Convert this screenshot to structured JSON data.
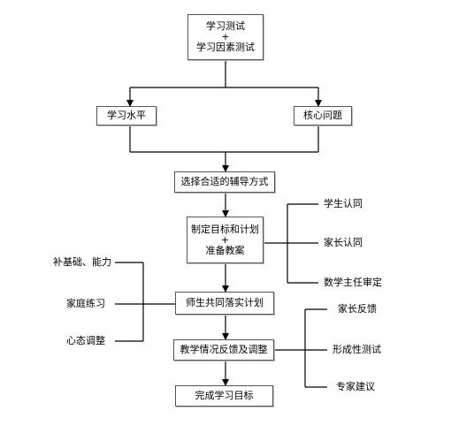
{
  "nodes": {
    "test_line1": "学习测试",
    "test_plus": "+",
    "test_line2": "学习因素测试",
    "level": "学习水平",
    "core_issue": "核心问题",
    "choose_method": "选择合适的辅导方式",
    "plan_line1": "制定目标和计划",
    "plan_plus": "+",
    "plan_line2": "准备教案",
    "implement": "师生共同落实计划",
    "feedback": "教学情况反馈及调整",
    "complete": "完成学习目标"
  },
  "side_labels": {
    "student_agree": "学生认同",
    "parent_agree": "家长认同",
    "teacher_review": "数学主任审定",
    "basics": "补基础、能力",
    "homework": "家庭练习",
    "mindset": "心态调整",
    "parent_feedback": "家长反馈",
    "formative_test": "形成性测试",
    "expert_advice": "专家建议"
  }
}
